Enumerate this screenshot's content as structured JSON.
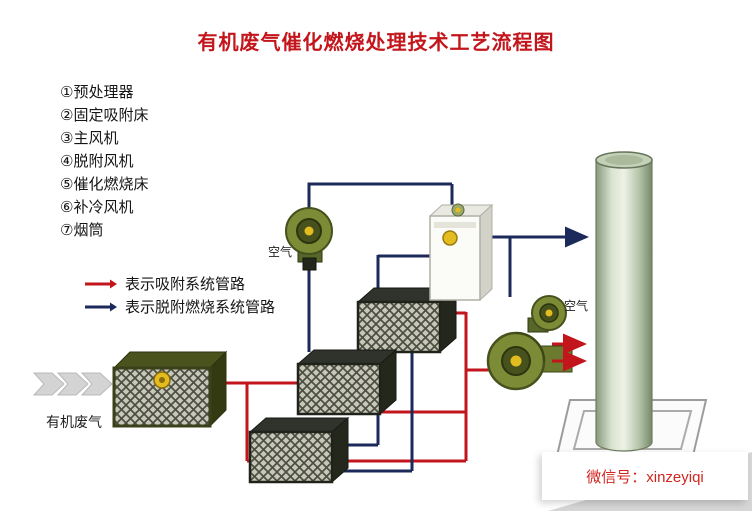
{
  "title": "有机废气催化燃烧处理技术工艺流程图",
  "legend_items": [
    "①预处理器",
    "②固定吸附床",
    "③主风机",
    "④脱附风机",
    "⑤催化燃烧床",
    "⑥补冷风机",
    "⑦烟筒"
  ],
  "pipe_legend": [
    {
      "label": "表示吸附系统管路",
      "color": "#c3161c"
    },
    {
      "label": "表示脱附燃烧系统管路",
      "color": "#1b2a5a"
    }
  ],
  "diagram_labels": {
    "air_top": "空气",
    "air_right": "空气",
    "inlet": "有机废气"
  },
  "watermark": "微信号：xinzeyiqi",
  "colors": {
    "title": "#c3161c",
    "adsorption_pipe": "#c3161c",
    "desorption_pipe": "#1b2a5a",
    "fan_green": "#7c8c36",
    "chimney_green": "#b3c2a6",
    "inlet_arrow_gray": "#d4d4d4"
  }
}
